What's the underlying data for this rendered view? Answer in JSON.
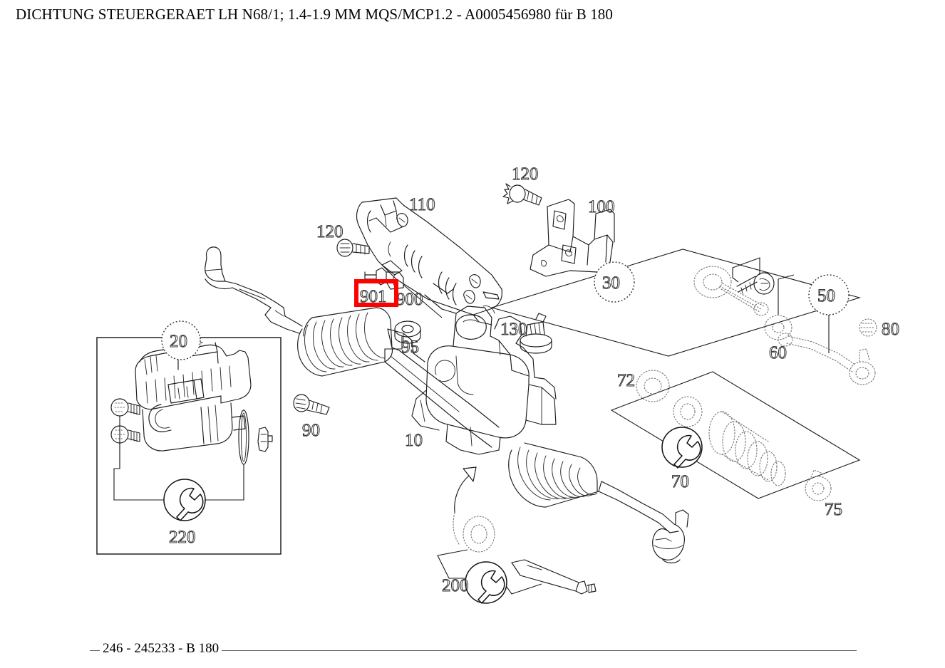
{
  "document": {
    "title": "DICHTUNG STEUERGERAET LH N68/1; 1.4-1.9 MM MQS/MCP1.2 - A0005456980 für B 180",
    "footer": "246 - 245233 - B 180"
  },
  "highlight": {
    "color": "#ff0000",
    "target_label": "901",
    "shape": "rectangle"
  },
  "labels": {
    "l10": "10",
    "l20": "20",
    "l30": "30",
    "l50": "50",
    "l60": "60",
    "l70": "70",
    "l72": "72",
    "l75": "75",
    "l80": "80",
    "l90": "90",
    "l95": "95",
    "l100": "100",
    "l110": "110",
    "l120_left": "120",
    "l120_top": "120",
    "l130": "130",
    "l200": "200",
    "l220": "220",
    "l900": "900",
    "l901": "901"
  },
  "icons": {
    "wrench_70": "wrench-icon",
    "wrench_200": "wrench-icon",
    "wrench_220": "wrench-icon"
  }
}
